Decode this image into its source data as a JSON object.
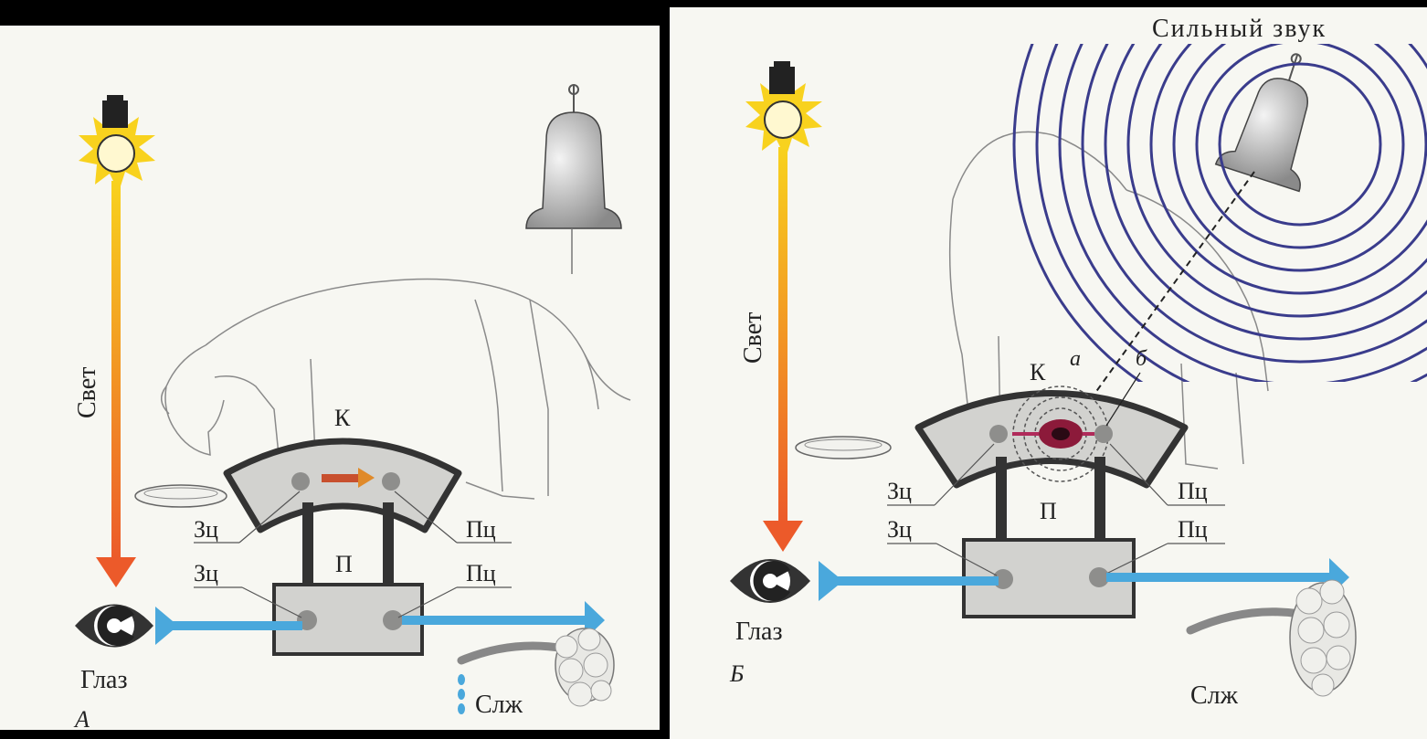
{
  "panel_a": {
    "letter": "А",
    "light_label": "Свет",
    "eye_label": "Глаз",
    "gland_label": "Слж",
    "cortex_label": "К",
    "subcortex_label": "П",
    "visual_center_cortex": "Зц",
    "food_center_cortex": "Пц",
    "visual_center_sub": "Зц",
    "food_center_sub": "Пц"
  },
  "panel_b": {
    "letter": "Б",
    "sound_label": "Сильный звук",
    "light_label": "Свет",
    "eye_label": "Глаз",
    "gland_label": "Слж",
    "cortex_label": "К",
    "subcortex_label": "П",
    "mark_a": "а",
    "mark_b": "б",
    "visual_center_cortex": "Зц",
    "food_center_cortex": "Пц",
    "visual_center_sub": "Зц",
    "food_center_sub": "Пц"
  },
  "colors": {
    "light_arrow_top": "#f8d21e",
    "light_arrow_bottom": "#ec5a2a",
    "nerve_blue": "#4aa8dc",
    "sound_waves": "#3a3c8c",
    "excitation": "#8c1a3a",
    "block_fill": "#d2d2cf"
  }
}
